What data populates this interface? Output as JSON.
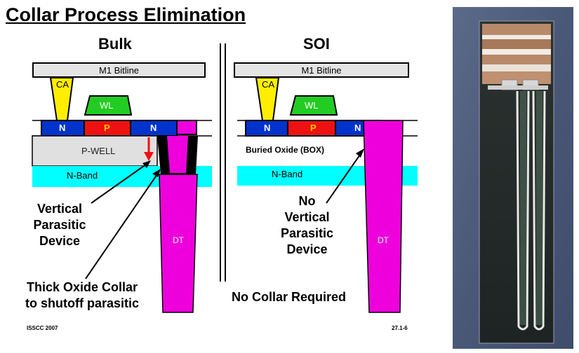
{
  "slide": {
    "title": "Collar Process Elimination",
    "footer_left": "ISSCC 2007",
    "footer_right": "27.1-6"
  },
  "bulk": {
    "heading": "Bulk",
    "bitline": "M1 Bitline",
    "ca": "CA",
    "wl": "WL",
    "n1": "N",
    "p": "P",
    "n2": "N",
    "pwell": "P-WELL",
    "nband": "N-Band",
    "dt": "DT",
    "annot_vertical": [
      "Vertical",
      "Parasitic",
      "Device"
    ],
    "annot_collar": [
      "Thick Oxide Collar",
      "to shutoff parasitic"
    ]
  },
  "soi": {
    "heading": "SOI",
    "bitline": "M1 Bitline",
    "ca": "CA",
    "wl": "WL",
    "n1": "N",
    "p": "P",
    "n2": "N",
    "box": "Buried Oxide (BOX)",
    "nband": "N-Band",
    "dt": "DT",
    "annot_no_vertical": [
      "No",
      "Vertical",
      "Parasitic",
      "Device"
    ],
    "annot_no_collar": "No Collar Required"
  },
  "colors": {
    "n_blue": "#0033cc",
    "p_red": "#ee1111",
    "wl_green": "#22cc22",
    "ca_yellow": "#ffee00",
    "dt_magenta": "#ee00dd",
    "nband_cyan": "#00ffff",
    "well_gray": "#e0e0e0"
  }
}
